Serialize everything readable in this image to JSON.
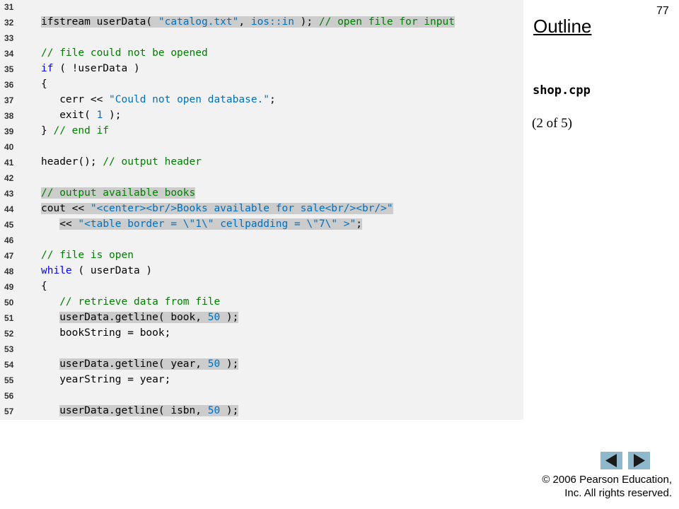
{
  "slide": {
    "page_number": "77",
    "outline_title": "Outline",
    "file_name": "shop.cpp",
    "part_label": "(2 of 5)",
    "copyright_line1": "© 2006 Pearson Education,",
    "copyright_line2": "Inc.  All rights reserved."
  },
  "navigation": {
    "prev_icon": "left-triangle-icon",
    "next_icon": "right-triangle-icon",
    "button_color": "#8fb8cc"
  },
  "code": {
    "colors": {
      "keyword": "#0000ff",
      "comment": "#008000",
      "string": "#0070c0",
      "highlight": "#cccccc",
      "panel": "#f2f2f2"
    },
    "lines": [
      {
        "num": "31",
        "highlight": false,
        "indent": "",
        "tokens": []
      },
      {
        "num": "32",
        "highlight": true,
        "indent": "",
        "tokens": [
          {
            "t": "p",
            "v": "ifstream userData( "
          },
          {
            "t": "s",
            "v": "\"catalog.txt\""
          },
          {
            "t": "p",
            "v": ", "
          },
          {
            "t": "s",
            "v": "ios::in"
          },
          {
            "t": "p",
            "v": " ); "
          },
          {
            "t": "c",
            "v": "// open file for input"
          }
        ]
      },
      {
        "num": "33",
        "highlight": false,
        "indent": "",
        "tokens": []
      },
      {
        "num": "34",
        "highlight": false,
        "indent": "",
        "tokens": [
          {
            "t": "c",
            "v": "// file could not be opened"
          }
        ]
      },
      {
        "num": "35",
        "highlight": false,
        "indent": "",
        "tokens": [
          {
            "t": "k",
            "v": "if"
          },
          {
            "t": "p",
            "v": " ( !userData )"
          }
        ]
      },
      {
        "num": "36",
        "highlight": false,
        "indent": "",
        "tokens": [
          {
            "t": "p",
            "v": "{"
          }
        ]
      },
      {
        "num": "37",
        "highlight": false,
        "indent": "   ",
        "tokens": [
          {
            "t": "p",
            "v": "cerr << "
          },
          {
            "t": "s",
            "v": "\"Could not open database.\""
          },
          {
            "t": "p",
            "v": ";"
          }
        ]
      },
      {
        "num": "38",
        "highlight": false,
        "indent": "   ",
        "tokens": [
          {
            "t": "p",
            "v": "exit( "
          },
          {
            "t": "s",
            "v": "1"
          },
          {
            "t": "p",
            "v": " );"
          }
        ]
      },
      {
        "num": "39",
        "highlight": false,
        "indent": "",
        "tokens": [
          {
            "t": "p",
            "v": "} "
          },
          {
            "t": "c",
            "v": "// end if"
          }
        ]
      },
      {
        "num": "40",
        "highlight": false,
        "indent": "",
        "tokens": []
      },
      {
        "num": "41",
        "highlight": false,
        "indent": "",
        "tokens": [
          {
            "t": "p",
            "v": "header(); "
          },
          {
            "t": "c",
            "v": "// output header"
          }
        ]
      },
      {
        "num": "42",
        "highlight": false,
        "indent": "",
        "tokens": []
      },
      {
        "num": "43",
        "highlight": true,
        "indent": "",
        "tokens": [
          {
            "t": "c",
            "v": "// output available books"
          }
        ]
      },
      {
        "num": "44",
        "highlight": true,
        "indent": "",
        "tokens": [
          {
            "t": "p",
            "v": "cout << "
          },
          {
            "t": "s",
            "v": "\"<center><br/>Books available for sale<br/><br/>\""
          }
        ]
      },
      {
        "num": "45",
        "highlight": true,
        "indent": "   ",
        "tokens": [
          {
            "t": "p",
            "v": "<< "
          },
          {
            "t": "s",
            "v": "\"<table border = \\\"1\\\" cellpadding = \\\"7\\\" >\""
          },
          {
            "t": "p",
            "v": ";"
          }
        ]
      },
      {
        "num": "46",
        "highlight": false,
        "indent": "",
        "tokens": []
      },
      {
        "num": "47",
        "highlight": false,
        "indent": "",
        "tokens": [
          {
            "t": "c",
            "v": "// file is open"
          }
        ]
      },
      {
        "num": "48",
        "highlight": false,
        "indent": "",
        "tokens": [
          {
            "t": "k",
            "v": "while"
          },
          {
            "t": "p",
            "v": " ( userData )"
          }
        ]
      },
      {
        "num": "49",
        "highlight": false,
        "indent": "",
        "tokens": [
          {
            "t": "p",
            "v": "{"
          }
        ]
      },
      {
        "num": "50",
        "highlight": false,
        "indent": "   ",
        "tokens": [
          {
            "t": "c",
            "v": "// retrieve data from file"
          }
        ]
      },
      {
        "num": "51",
        "highlight": true,
        "indent": "   ",
        "tokens": [
          {
            "t": "p",
            "v": "userData.getline( book, "
          },
          {
            "t": "s",
            "v": "50"
          },
          {
            "t": "p",
            "v": " );"
          }
        ]
      },
      {
        "num": "52",
        "highlight": false,
        "indent": "   ",
        "tokens": [
          {
            "t": "p",
            "v": "bookString = book;"
          }
        ]
      },
      {
        "num": "53",
        "highlight": false,
        "indent": "",
        "tokens": []
      },
      {
        "num": "54",
        "highlight": true,
        "indent": "   ",
        "tokens": [
          {
            "t": "p",
            "v": "userData.getline( year, "
          },
          {
            "t": "s",
            "v": "50"
          },
          {
            "t": "p",
            "v": " );"
          }
        ]
      },
      {
        "num": "55",
        "highlight": false,
        "indent": "   ",
        "tokens": [
          {
            "t": "p",
            "v": "yearString = year;"
          }
        ]
      },
      {
        "num": "56",
        "highlight": false,
        "indent": "",
        "tokens": []
      },
      {
        "num": "57",
        "highlight": true,
        "indent": "   ",
        "tokens": [
          {
            "t": "p",
            "v": "userData.getline( isbn, "
          },
          {
            "t": "s",
            "v": "50"
          },
          {
            "t": "p",
            "v": " );"
          }
        ]
      }
    ]
  }
}
